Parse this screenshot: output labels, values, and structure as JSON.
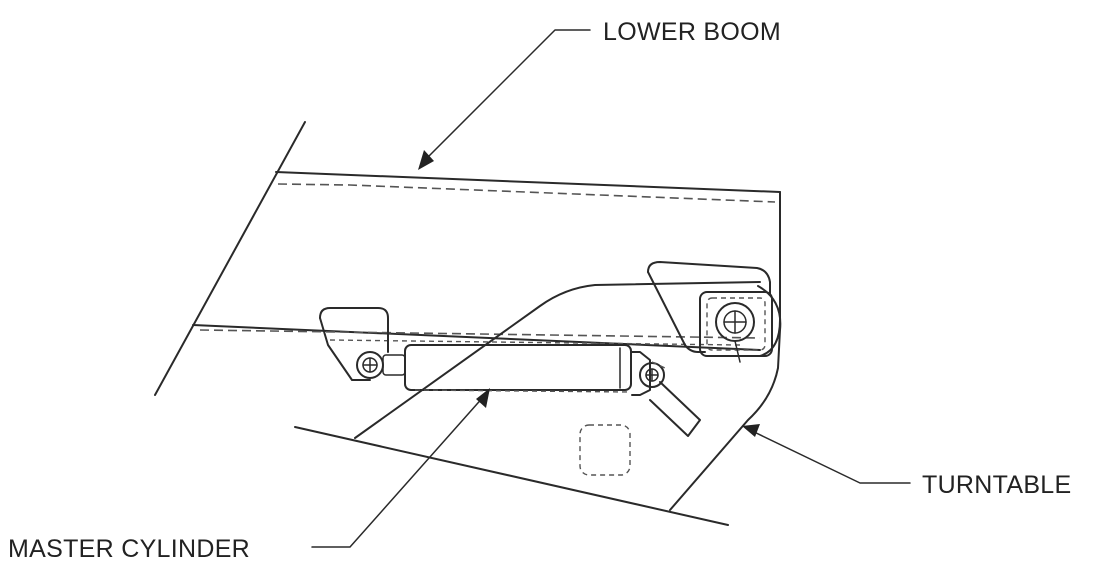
{
  "labels": {
    "lower_boom": "LOWER BOOM",
    "turntable": "TURNTABLE",
    "master_cylinder": "MASTER CYLINDER"
  },
  "colors": {
    "line": "#2a2a2a",
    "text": "#222222",
    "background": "#ffffff"
  }
}
